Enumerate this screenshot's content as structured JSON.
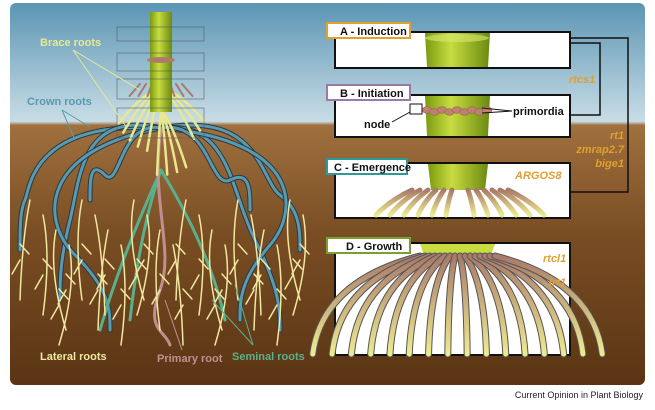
{
  "left_labels": {
    "brace_roots": "Brace roots",
    "crown_roots": "Crown roots",
    "lateral_roots": "Lateral roots",
    "primary_root": "Primary root",
    "seminal_roots": "Seminal roots"
  },
  "panels": [
    {
      "label": "A - Induction",
      "border_color": "#e0a030"
    },
    {
      "label": "B - Initiation",
      "border_color": "#9a7aa8",
      "node_label": "node",
      "primordia_label": "primordia"
    },
    {
      "label": "C - Emergence",
      "border_color": "#2a9a9a"
    },
    {
      "label": "D - Growth",
      "border_color": "#7aa030"
    }
  ],
  "genes": {
    "rtcs1": "rtcs1",
    "rt1": "rt1",
    "zmrap27": "zmrap2.7",
    "bige1": "bige1",
    "argos8": "ARGOS8",
    "rtcl1": "rtcl1",
    "lrt1": "lrt1"
  },
  "colors": {
    "brace": "#e8e890",
    "crown": "#5a9ab0",
    "lateral": "#f0e8a0",
    "primary": "#c09090",
    "seminal": "#5ab08a",
    "gene": "#e0a030"
  },
  "footer": "Current Opinion in Plant Biology"
}
